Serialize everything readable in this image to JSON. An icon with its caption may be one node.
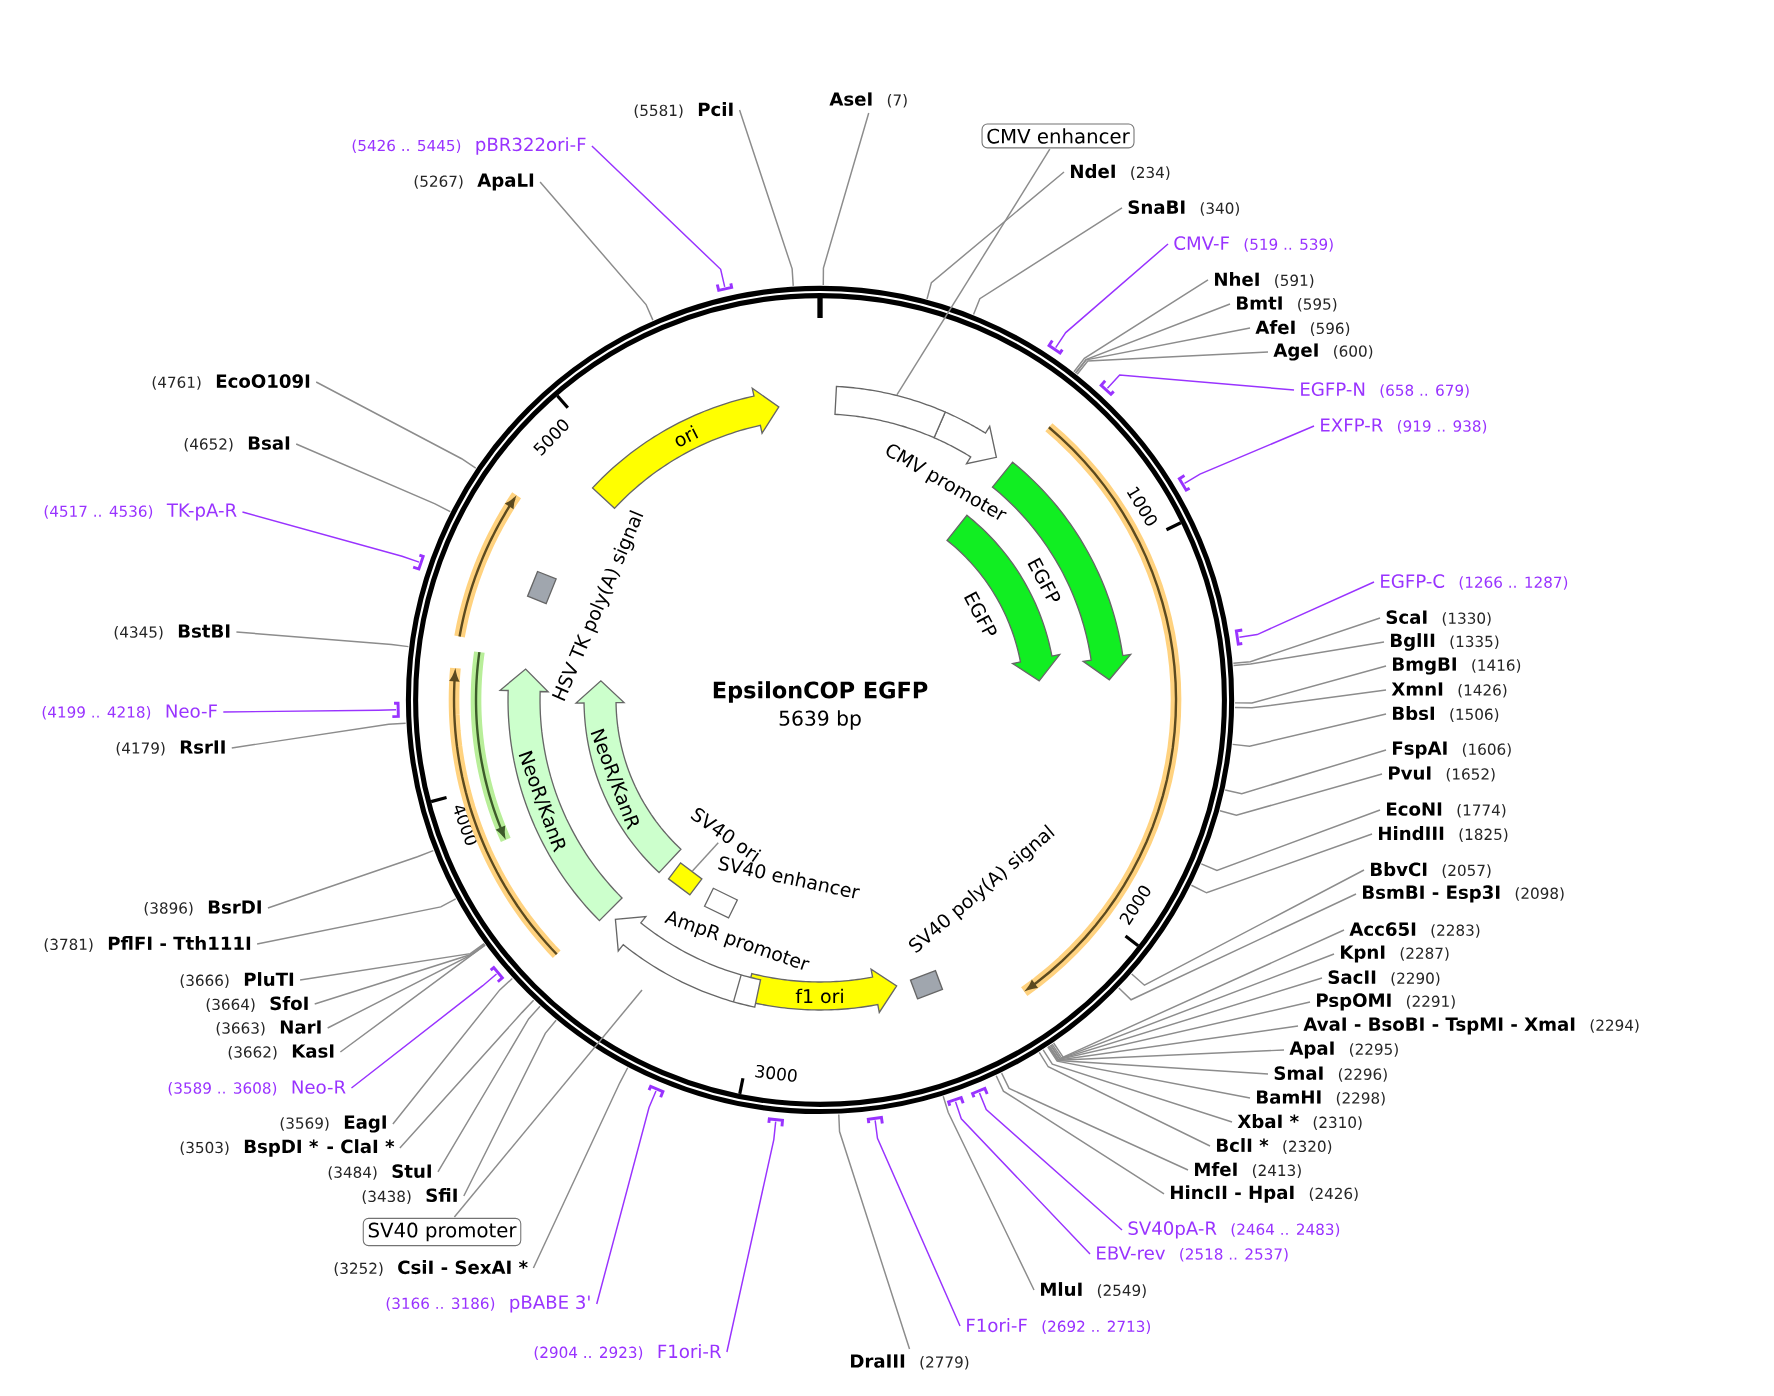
{
  "diagram": {
    "title": "EpsilonCOP EGFP",
    "nodes": [
      {
        "text": [
          "AseI",
          "(7)"
        ]
      },
      {
        "text": [
          "CMV enhancer"
        ]
      },
      {
        "text": [
          "NdeI",
          "(234)"
        ]
      },
      {
        "text": [
          "SnaBI",
          "(340)"
        ]
      },
      {
        "text": [
          "CMV-F",
          "(519 .. 539)"
        ]
      },
      {
        "text": [
          "NheI",
          "(591)"
        ]
      },
      {
        "text": [
          "BmtI",
          "(595)"
        ]
      },
      {
        "text": [
          "AfeI",
          "(596)"
        ]
      },
      {
        "text": [
          "AgeI",
          "(600)"
        ]
      },
      {
        "text": [
          "EGFP-N",
          "(658 .. 679)"
        ]
      },
      {
        "text": [
          "EXFP-R",
          "(919 .. 938)"
        ]
      },
      {
        "text": [
          "EGFP-C",
          "(1266 .. 1287)"
        ]
      },
      {
        "text": [
          "ScaI",
          "(1330)"
        ]
      },
      {
        "text": [
          "BglII",
          "(1335)"
        ]
      },
      {
        "text": [
          "BmgBI",
          "(1416)"
        ]
      },
      {
        "text": [
          "XmnI",
          "(1426)"
        ]
      },
      {
        "text": [
          "BbsI",
          "(1506)"
        ]
      },
      {
        "text": [
          "FspAI",
          "(1606)"
        ]
      },
      {
        "text": [
          "PvuI",
          "(1652)"
        ]
      },
      {
        "text": [
          "EcoNI",
          "(1774)"
        ]
      },
      {
        "text": [
          "HindIII",
          "(1825)"
        ]
      },
      {
        "text": [
          "BbvCI",
          "(2057)"
        ]
      },
      {
        "text": [
          "BsmBI - Esp3I",
          "(2098)"
        ]
      },
      {
        "text": [
          "Acc65I",
          "(2283)"
        ]
      },
      {
        "text": [
          "KpnI",
          "(2287)"
        ]
      },
      {
        "text": [
          "SacII",
          "(2290)"
        ]
      },
      {
        "text": [
          "PspOMI",
          "(2291)"
        ]
      },
      {
        "text": [
          "AvaI - BsoBI - TspMI - XmaI",
          "(2294)"
        ]
      },
      {
        "text": [
          "ApaI",
          "(2295)"
        ]
      },
      {
        "text": [
          "SmaI",
          "(2296)"
        ]
      },
      {
        "text": [
          "BamHI",
          "(2298)"
        ]
      },
      {
        "text": [
          "XbaI *",
          "(2310)"
        ]
      },
      {
        "text": [
          "BclI *",
          "(2320)"
        ]
      },
      {
        "text": [
          "MfeI",
          "(2413)"
        ]
      },
      {
        "text": [
          "HincII - HpaI",
          "(2426)"
        ]
      },
      {
        "text": [
          "SV40pA-R",
          "(2464 .. 2483)"
        ]
      },
      {
        "text": [
          "EBV-rev",
          "(2518 .. 2537)"
        ]
      },
      {
        "text": [
          "MluI",
          "(2549)"
        ]
      },
      {
        "text": [
          "F1ori-F",
          "(2692 .. 2713)"
        ]
      },
      {
        "text": [
          "DraIII",
          "(2779)"
        ]
      },
      {
        "text": [
          "(2904 .. 2923)",
          "F1ori-R"
        ]
      },
      {
        "text": [
          "(3166 .. 3186)",
          "pBABE 3'"
        ]
      },
      {
        "text": [
          "(3252)",
          "CsiI - SexAI *"
        ]
      },
      {
        "text": [
          "SV40 promoter"
        ]
      },
      {
        "text": [
          "(3438)",
          "SfiI"
        ]
      },
      {
        "text": [
          "(3484)",
          "StuI"
        ]
      },
      {
        "text": [
          "(3503)",
          "BspDI *",
          "- ClaI *"
        ]
      },
      {
        "text": [
          "(3569)",
          "EagI"
        ]
      },
      {
        "text": [
          "(3589 .. 3608)",
          "Neo-R"
        ]
      },
      {
        "text": [
          "(3662)",
          "KasI"
        ]
      },
      {
        "text": [
          "(3663)",
          "NarI"
        ]
      },
      {
        "text": [
          "(3664)",
          "SfoI"
        ]
      },
      {
        "text": [
          "(3666)",
          "PluTI"
        ]
      },
      {
        "text": [
          "(3781)",
          "PflFI - Tth111I"
        ]
      },
      {
        "text": [
          "(3896)",
          "BsrDI"
        ]
      },
      {
        "text": [
          "(4179)",
          "RsrII"
        ]
      },
      {
        "text": [
          "(4199 .. 4218)",
          "Neo-F"
        ]
      },
      {
        "text": [
          "(4345)",
          "BstBI"
        ]
      },
      {
        "text": [
          "(4517 .. 4536)",
          "TK-pA-R"
        ]
      },
      {
        "text": [
          "(4652)",
          "BsaI"
        ]
      },
      {
        "text": [
          "(4761)",
          "EcoO109I"
        ]
      },
      {
        "text": [
          "(5267)",
          "ApaLI"
        ]
      },
      {
        "text": [
          "(5426 .. 5445)",
          "pBR322ori-F"
        ]
      },
      {
        "text": [
          "(5581)",
          "PciI"
        ]
      },
      {
        "text": [
          "ori"
        ]
      },
      {
        "text": [
          "CMV promoter"
        ]
      },
      {
        "text": [
          "EGFP"
        ]
      },
      {
        "text": [
          "EGFP"
        ]
      },
      {
        "text": [
          "SV40 poly(A) signal"
        ]
      },
      {
        "text": [
          "f1 ori"
        ]
      },
      {
        "text": [
          "AmpR promoter"
        ]
      },
      {
        "text": [
          "SV40 enhancer"
        ]
      },
      {
        "text": [
          "SV40 ori"
        ]
      },
      {
        "text": [],
        "shape": "box"
      },
      {
        "text": [
          "NeoR/KanR"
        ]
      },
      {
        "text": [
          "NeoR/KanR"
        ]
      },
      {
        "text": [
          "HSV TK poly(A) signal"
        ]
      },
      {
        "text": [],
        "shape": "box"
      }
    ],
    "edges": [
      {
        "from": 0,
        "to": null,
        "arrow": "none"
      },
      {
        "from": 1,
        "to": 77,
        "arrow": "none"
      },
      {
        "from": 2,
        "to": null,
        "arrow": "none"
      },
      {
        "from": 3,
        "to": null,
        "arrow": "none"
      },
      {
        "from": 4,
        "to": null,
        "arrow": "none",
        "color": "#9933ff"
      },
      {
        "from": 5,
        "to": null,
        "arrow": "none"
      },
      {
        "from": 6,
        "to": null,
        "arrow": "none"
      },
      {
        "from": 7,
        "to": null,
        "arrow": "none"
      },
      {
        "from": 8,
        "to": null,
        "arrow": "none"
      },
      {
        "from": 9,
        "to": null,
        "arrow": "none",
        "color": "#9933ff"
      },
      {
        "from": 10,
        "to": null,
        "arrow": "none",
        "color": "#9933ff"
      },
      {
        "from": 11,
        "to": null,
        "arrow": "none",
        "color": "#9933ff"
      },
      {
        "from": 12,
        "to": null,
        "arrow": "none"
      },
      {
        "from": 13,
        "to": null,
        "arrow": "none"
      },
      {
        "from": 14,
        "to": null,
        "arrow": "none"
      },
      {
        "from": 15,
        "to": null,
        "arrow": "none"
      },
      {
        "from": 16,
        "to": null,
        "arrow": "none"
      },
      {
        "from": 17,
        "to": null,
        "arrow": "none"
      },
      {
        "from": 18,
        "to": null,
        "arrow": "none"
      },
      {
        "from": 19,
        "to": null,
        "arrow": "none"
      },
      {
        "from": 20,
        "to": null,
        "arrow": "none"
      },
      {
        "from": 21,
        "to": null,
        "arrow": "none"
      },
      {
        "from": 22,
        "to": null,
        "arrow": "none"
      },
      {
        "from": 23,
        "to": null,
        "arrow": "none"
      },
      {
        "from": 24,
        "to": null,
        "arrow": "none"
      },
      {
        "from": 25,
        "to": null,
        "arrow": "none"
      },
      {
        "from": 26,
        "to": null,
        "arrow": "none"
      },
      {
        "from": 27,
        "to": null,
        "arrow": "none"
      },
      {
        "from": 28,
        "to": null,
        "arrow": "none"
      },
      {
        "from": 29,
        "to": null,
        "arrow": "none"
      },
      {
        "from": 30,
        "to": null,
        "arrow": "none"
      },
      {
        "from": 31,
        "to": null,
        "arrow": "none"
      },
      {
        "from": 32,
        "to": null,
        "arrow": "none"
      },
      {
        "from": 33,
        "to": null,
        "arrow": "none"
      },
      {
        "from": 34,
        "to": null,
        "arrow": "none"
      },
      {
        "from": 35,
        "to": null,
        "arrow": "none",
        "color": "#9933ff"
      },
      {
        "from": 36,
        "to": null,
        "arrow": "none",
        "color": "#9933ff"
      },
      {
        "from": 37,
        "to": null,
        "arrow": "none"
      },
      {
        "from": 38,
        "to": null,
        "arrow": "none",
        "color": "#9933ff"
      },
      {
        "from": 39,
        "to": null,
        "arrow": "none"
      },
      {
        "from": 40,
        "to": null,
        "arrow": "none",
        "color": "#9933ff"
      },
      {
        "from": 41,
        "to": null,
        "arrow": "none",
        "color": "#9933ff"
      },
      {
        "from": 42,
        "to": null,
        "arrow": "none"
      },
      {
        "from": 43,
        "to": null,
        "arrow": "none"
      },
      {
        "from": 44,
        "to": null,
        "arrow": "none"
      },
      {
        "from": 45,
        "to": null,
        "arrow": "none"
      },
      {
        "from": 46,
        "to": null,
        "arrow": "none"
      },
      {
        "from": 47,
        "to": null,
        "arrow": "none"
      },
      {
        "from": 48,
        "to": null,
        "arrow": "none",
        "color": "#9933ff"
      },
      {
        "from": 49,
        "to": null,
        "arrow": "none"
      },
      {
        "from": 50,
        "to": null,
        "arrow": "none"
      },
      {
        "from": 51,
        "to": null,
        "arrow": "none"
      },
      {
        "from": 52,
        "to": null,
        "arrow": "none"
      },
      {
        "from": 53,
        "to": null,
        "arrow": "none"
      },
      {
        "from": 54,
        "to": null,
        "arrow": "none"
      },
      {
        "from": 55,
        "to": null,
        "arrow": "none"
      },
      {
        "from": 56,
        "to": null,
        "arrow": "none",
        "color": "#9933ff"
      },
      {
        "from": 57,
        "to": null,
        "arrow": "none"
      },
      {
        "from": 58,
        "to": null,
        "arrow": "none",
        "color": "#9933ff"
      },
      {
        "from": 59,
        "to": null,
        "arrow": "none"
      },
      {
        "from": 60,
        "to": null,
        "arrow": "none"
      },
      {
        "from": 61,
        "to": null,
        "arrow": "none"
      },
      {
        "from": 62,
        "to": null,
        "arrow": "none",
        "color": "#9933ff"
      },
      {
        "from": 63,
        "to": null,
        "arrow": "none"
      },
      {
        "from": 72,
        "to": 73,
        "arrow": "none"
      }
    ],
    "labels": [
      "5639 bp",
      "1000",
      "2000",
      "3000",
      "4000",
      "5000"
    ]
  }
}
